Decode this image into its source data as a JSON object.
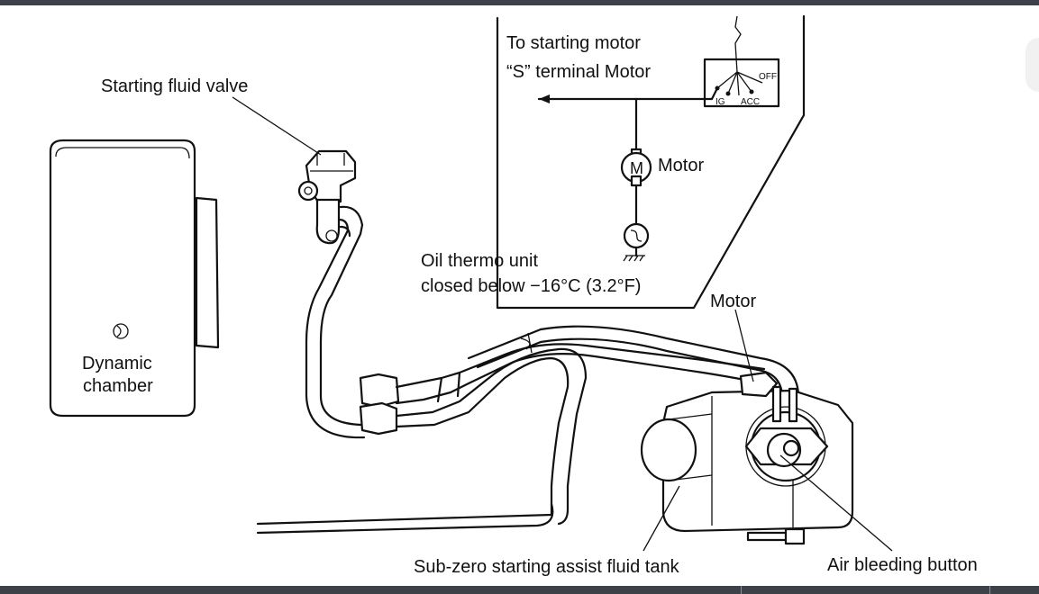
{
  "labels": {
    "starting_fluid_valve": "Starting fluid valve",
    "dynamic": "Dynamic",
    "chamber": "chamber",
    "to_starting_motor": "To starting motor",
    "s_terminal": "“S” terminal Motor",
    "motor_symbol": "M",
    "motor_inset": "Motor",
    "oil_thermo_1": "Oil thermo unit",
    "oil_thermo_2": "closed below −16°C (3.2°F)",
    "motor_main": "Motor",
    "fluid_tank": "Sub-zero starting assist fluid tank",
    "air_bleeding": "Air bleeding button",
    "switch_off": "OFF",
    "switch_ig": "IG",
    "switch_acc": "ACC"
  },
  "colors": {
    "line": "#111111",
    "frame": "#3d4249"
  }
}
